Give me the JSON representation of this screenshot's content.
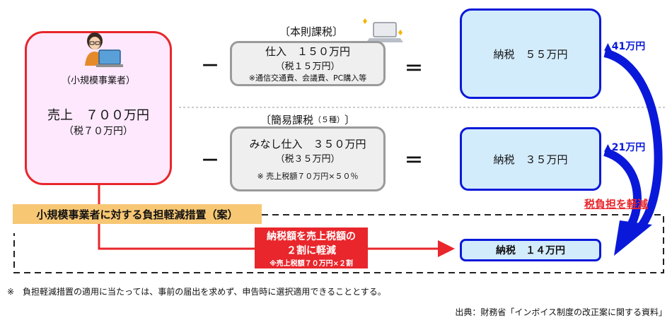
{
  "seller": {
    "role": "（小規模事業者）",
    "sales": "売上　７００万円",
    "sales_tax": "（税７０万円）"
  },
  "principle": {
    "heading": "〔本則課税〕",
    "purchase": "仕入　１５０万円",
    "purchase_tax": "（税１５万円）",
    "purchase_note": "※通信交通費、会議費、PC購入等",
    "result": "納税　５５万円"
  },
  "simplified": {
    "heading_main": "〔簡易課税",
    "heading_sub": "（５種）",
    "heading_close": "〕",
    "purchase": "みなし仕入　３５０万円",
    "purchase_tax": "（税３５万円）",
    "purchase_note": "※ 売上税額７０万円×５０％",
    "result": "納税　３５万円"
  },
  "operators": {
    "minus": "－",
    "equals": "＝"
  },
  "deltas": {
    "top": "▲41万円",
    "middle": "▲21万円"
  },
  "relief_label": "税負担を軽減",
  "measure": {
    "title": "小規模事業者に対する負担軽減措置（案）",
    "line1": "納税額を売上税額の",
    "line2": "２割に軽減",
    "note": "※売上税額７０万円×２割",
    "result": "納税　１４万円"
  },
  "footnote": "※　負担軽減措置の適用に当たっては、事前の届出を求めず、申告時に選択適用できることとする。",
  "source": "出典：財務省「インボイス制度の改正案に関する資料」",
  "colors": {
    "red": "#e8262b",
    "blue": "#0a19d9",
    "pink": "#fde8fd",
    "lightblue": "#d3ecfc",
    "band": "#f7c774"
  }
}
